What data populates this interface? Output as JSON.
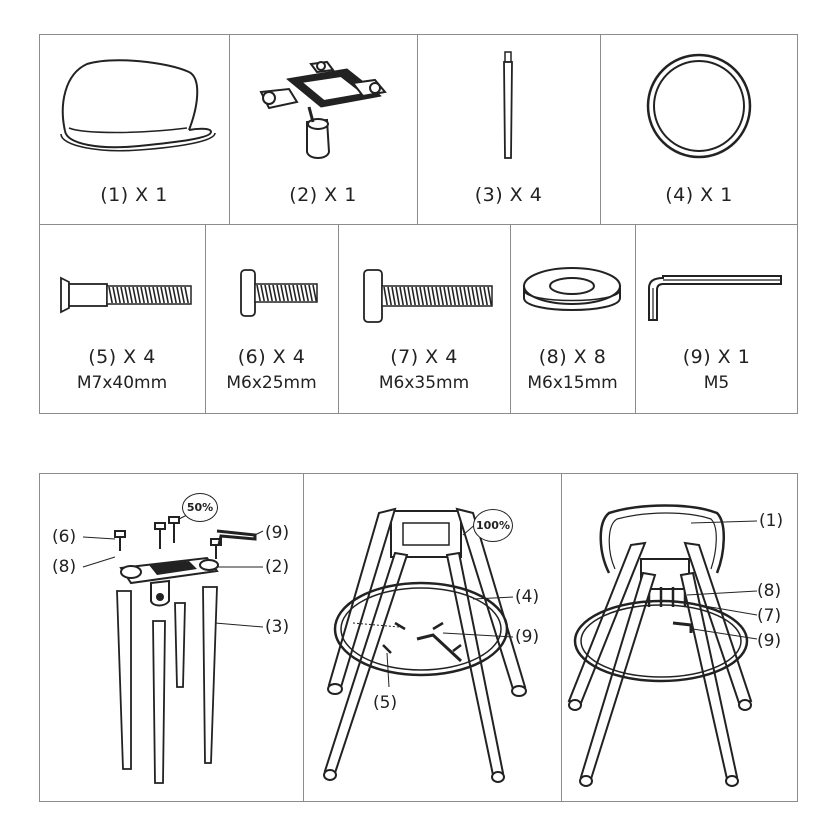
{
  "parts": [
    {
      "qty": "(1) X 1",
      "icon": "seat-shell"
    },
    {
      "qty": "(2) X 1",
      "icon": "leg-bracket"
    },
    {
      "qty": "(3) X 4",
      "icon": "wooden-leg"
    },
    {
      "qty": "(4) X 1",
      "icon": "foot-ring"
    },
    {
      "qty": "(5) X 4",
      "size": "M7x40mm",
      "icon": "bolt-m7x40"
    },
    {
      "qty": "(6) X 4",
      "size": "M6x25mm",
      "icon": "bolt-m6x25"
    },
    {
      "qty": "(7) X 4",
      "size": "M6x35mm",
      "icon": "bolt-m6x35"
    },
    {
      "qty": "(8) X 8",
      "size": "M6x15mm",
      "icon": "washer"
    },
    {
      "qty": "(9) X 1",
      "size": "M5",
      "icon": "allen-key"
    }
  ],
  "steps": [
    {
      "callouts": [
        "(6)",
        "(8)",
        "(9)",
        "(2)",
        "(3)"
      ],
      "badge": "50%"
    },
    {
      "callouts": [
        "(4)",
        "(9)",
        "(5)"
      ],
      "badge": "100%"
    },
    {
      "callouts": [
        "(1)",
        "(8)",
        "(7)",
        "(9)"
      ]
    }
  ]
}
